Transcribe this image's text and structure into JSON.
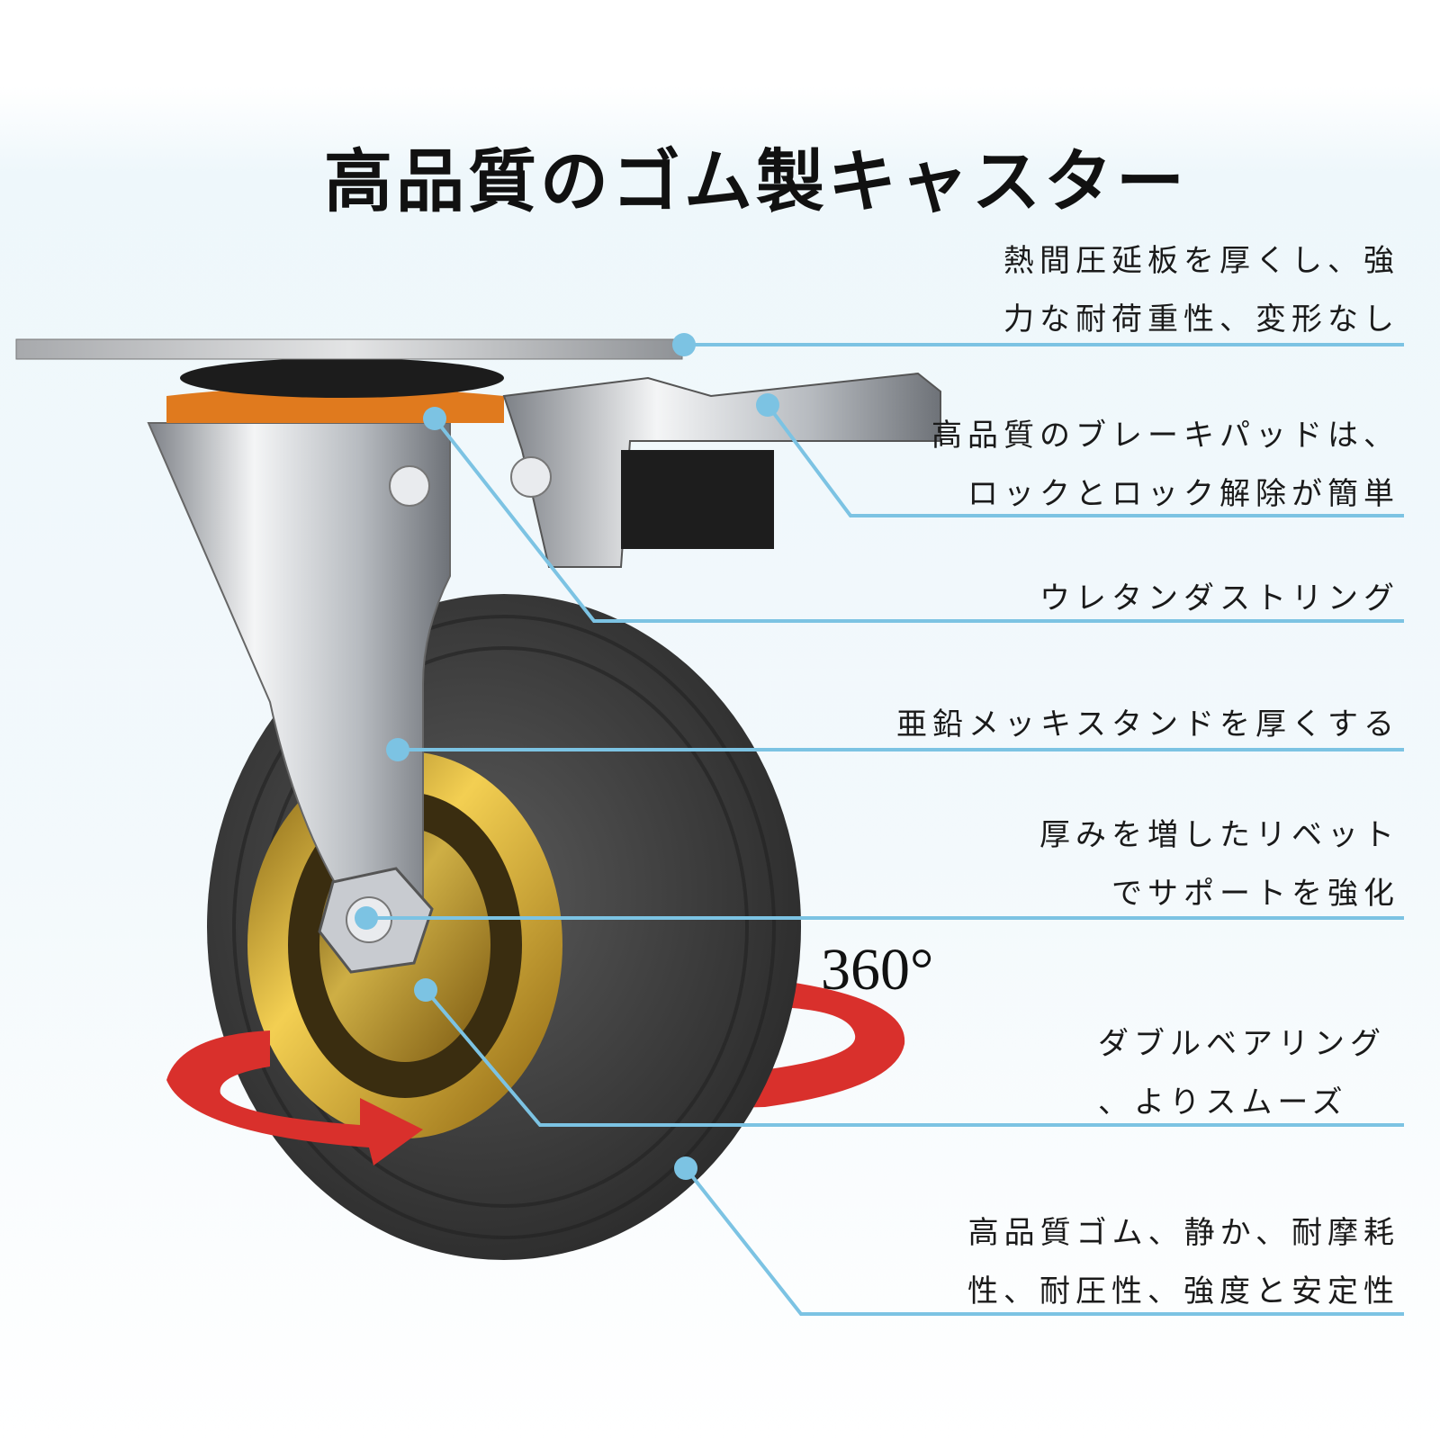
{
  "title": "高品質のゴム製キャスター",
  "rotation_label": "360°",
  "callouts": [
    {
      "lines": [
        "熱間圧延板を厚くし、強",
        "力な耐荷重性、変形なし"
      ]
    },
    {
      "lines": [
        "高品質のブレーキパッドは、",
        "ロックとロック解除が簡単"
      ]
    },
    {
      "lines": [
        "ウレタンダストリング"
      ]
    },
    {
      "lines": [
        "亜鉛メッキスタンドを厚くする"
      ]
    },
    {
      "lines": [
        "厚みを増したリベット",
        "でサポートを強化"
      ]
    },
    {
      "lines": [
        "ダブルベアリング",
        "、よりスムーズ"
      ]
    },
    {
      "lines": [
        "高品質ゴム、静か、耐摩耗",
        "性、耐圧性、強度と安定性"
      ]
    }
  ],
  "colors": {
    "leader": "#7cc3e3",
    "arrow": "#d9302c",
    "tire": "#3a3a3a",
    "rim": "#d6a21e",
    "ring": "#e07a1e"
  }
}
